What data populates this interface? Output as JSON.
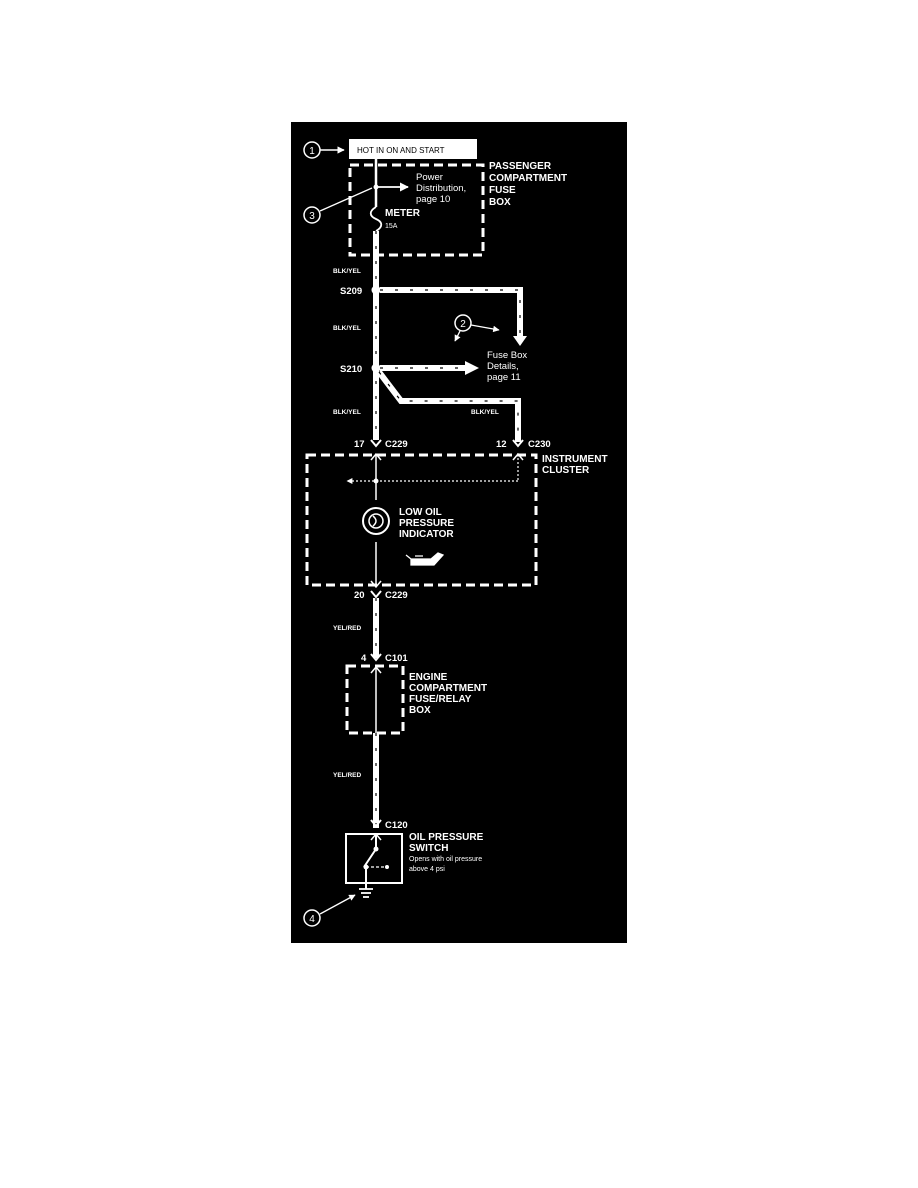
{
  "colors": {
    "background": "#000000",
    "foreground": "#ffffff"
  },
  "header": {
    "text": "HOT IN ON AND START"
  },
  "callouts": [
    "1",
    "2",
    "3",
    "4"
  ],
  "fuse_box": {
    "title": [
      "PASSENGER",
      "COMPARTMENT",
      "FUSE",
      "BOX"
    ],
    "fuse_name": "METER",
    "fuse_rating": "15A",
    "ref_power": [
      "Power",
      "Distribution,",
      "page 10"
    ]
  },
  "splices": {
    "s209": "S209",
    "s210": "S210"
  },
  "fuse_box_details": [
    "Fuse Box",
    "Details,",
    "page 11"
  ],
  "wires": {
    "w1": "BLK/YEL",
    "w2": "BLK/YEL",
    "w3": "BLK/YEL",
    "w4": "BLK/YEL",
    "w5": "YEL/RED",
    "w6": "YEL/RED"
  },
  "connectors": {
    "c229_top": {
      "pin": "17",
      "name": "C229"
    },
    "c230": {
      "pin": "12",
      "name": "C230"
    },
    "c229_bottom": {
      "pin": "20",
      "name": "C229"
    },
    "c101": {
      "pin": "4",
      "name": "C101"
    },
    "c120": {
      "name": "C120"
    }
  },
  "cluster": {
    "title": [
      "INSTRUMENT",
      "CLUSTER"
    ],
    "indicator": [
      "LOW OIL",
      "PRESSURE",
      "INDICATOR"
    ]
  },
  "engine_box": {
    "title": [
      "ENGINE",
      "COMPARTMENT",
      "FUSE/RELAY",
      "BOX"
    ]
  },
  "oil_switch": {
    "title": [
      "OIL PRESSURE",
      "SWITCH"
    ],
    "note": [
      "Opens with oil pressure",
      "above 4 psi"
    ]
  }
}
